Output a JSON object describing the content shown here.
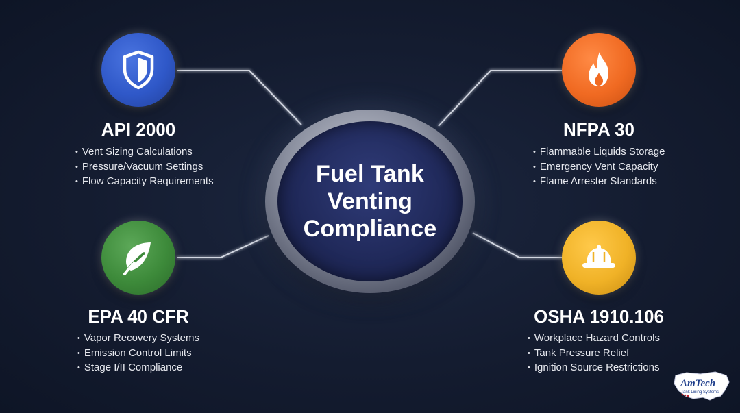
{
  "hub": {
    "title_lines": [
      "Fuel Tank",
      "Venting",
      "Compliance"
    ]
  },
  "standards": {
    "api": {
      "title": "API 2000",
      "icon": "shield-icon",
      "color": "#2f58c8",
      "bullets": [
        "Vent Sizing Calculations",
        "Pressure/Vacuum Settings",
        "Flow Capacity Requirements"
      ]
    },
    "nfpa": {
      "title": "NFPA 30",
      "icon": "flame-icon",
      "color": "#f06a22",
      "bullets": [
        "Flammable Liquids Storage",
        "Emergency Vent Capacity",
        "Flame Arrester Standards"
      ]
    },
    "epa": {
      "title": "EPA 40 CFR",
      "icon": "leaf-icon",
      "color": "#3d8a3a",
      "bullets": [
        "Vapor Recovery Systems",
        "Emission Control Limits",
        "Stage I/II Compliance"
      ]
    },
    "osha": {
      "title": "OSHA 1910.106",
      "icon": "hard-hat-icon",
      "color": "#f0b227",
      "bullets": [
        "Workplace Hazard Controls",
        "Tank Pressure Relief",
        "Ignition Source Restrictions"
      ]
    }
  },
  "logo": {
    "name": "AmTech",
    "tagline": "Tank Lining Systems"
  }
}
